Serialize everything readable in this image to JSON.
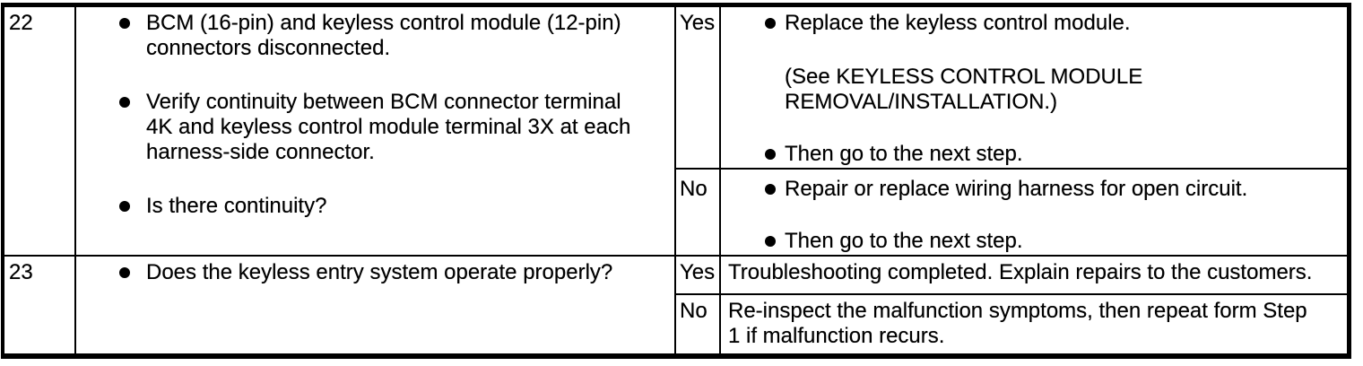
{
  "colors": {
    "text": "#000000",
    "border": "#000000",
    "background": "#ffffff"
  },
  "table": {
    "rows": [
      {
        "step": "22",
        "inspection": [
          "BCM (16-pin) and keyless control module (12-pin) connectors disconnected.",
          "Verify continuity between BCM connector terminal 4K and keyless control module terminal 3X at each harness-side connector.",
          "Is there continuity?"
        ],
        "answers": [
          {
            "label": "Yes",
            "items": [
              {
                "text": "Replace the keyless control module.",
                "note": "(See KEYLESS CONTROL MODULE REMOVAL/INSTALLATION.)"
              },
              {
                "text": "Then go to the next step."
              }
            ]
          },
          {
            "label": "No",
            "items": [
              {
                "text": "Repair or replace wiring harness for open circuit."
              },
              {
                "text": "Then go to the next step."
              }
            ]
          }
        ]
      },
      {
        "step": "23",
        "inspection": [
          "Does the keyless entry system operate properly?"
        ],
        "answers": [
          {
            "label": "Yes",
            "text": "Troubleshooting completed. Explain repairs to the customers."
          },
          {
            "label": "No",
            "text": "Re-inspect the malfunction symptoms, then repeat form Step 1 if malfunction recurs."
          }
        ]
      }
    ]
  }
}
